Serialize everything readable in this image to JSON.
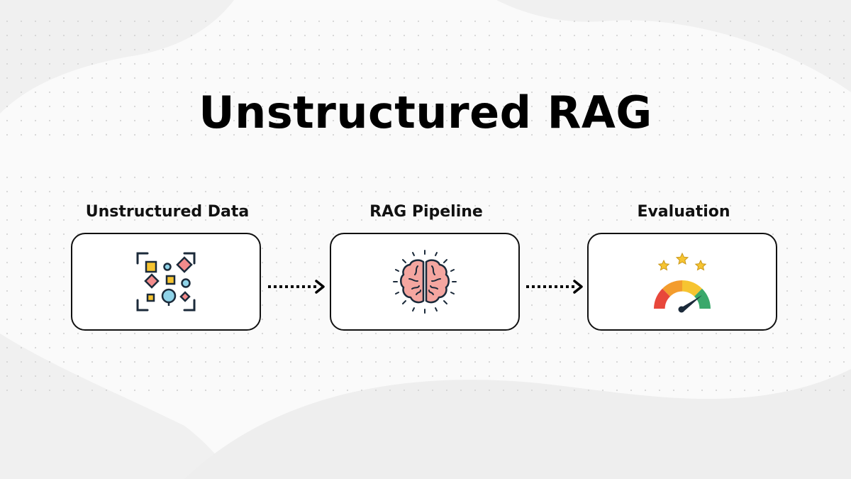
{
  "title": "Unstructured RAG",
  "steps": [
    {
      "label": "Unstructured Data",
      "icon": "data-shapes-icon"
    },
    {
      "label": "RAG Pipeline",
      "icon": "brain-icon"
    },
    {
      "label": "Evaluation",
      "icon": "gauge-stars-icon"
    }
  ],
  "colors": {
    "background": "#fafafa",
    "text": "#000000",
    "border": "#111111",
    "gauge_red": "#e8473b",
    "gauge_orange": "#f39c2d",
    "gauge_yellow": "#f6c431",
    "gauge_green": "#3aa86b",
    "brain": "#f4a6a0"
  }
}
